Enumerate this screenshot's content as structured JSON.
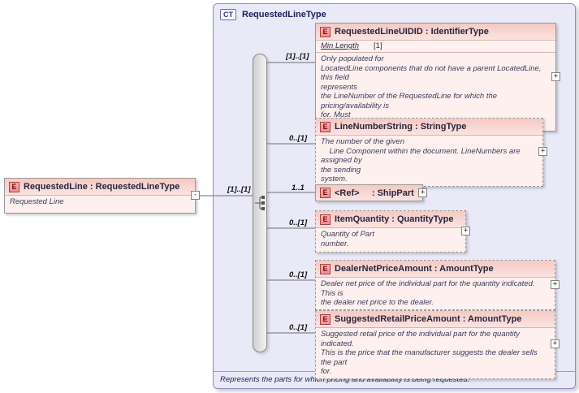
{
  "diagram": {
    "glyphs": {
      "expand": "+",
      "collapse": "-"
    },
    "root": {
      "badge": "E",
      "title": "RequestedLine : RequestedLineType",
      "annotation": "Requested Line",
      "cardinality": "[1]..[1]"
    },
    "complex_type": {
      "badge": "CT",
      "title": "RequestedLineType",
      "footer": "Represents the parts for which pricing and availability is being requested.",
      "children": [
        {
          "badge": "E",
          "title": "RequestedLineUIDID : IdentifierType",
          "cardinality": "[1]..[1]",
          "facet_name": "Min Length",
          "facet_value": "[1]",
          "doc": "Only populated for\nLocatedLine components that do not have a parent LocatedLine, this field\nrepresents\nthe LineNumber of the RequestedLine for which the pricing/availability is\nfor. Must\nbe equal to one of the RequestedLine.LineNumber values."
        },
        {
          "badge": "E",
          "title": "LineNumberString : StringType",
          "cardinality": "0..[1]",
          "doc": "The number of the given\n    Line Component within the document. LineNumbers are assigned by\nthe sending\nsystem."
        },
        {
          "badge": "E",
          "title": "<Ref>     : ShipPart",
          "cardinality": "1..1"
        },
        {
          "badge": "E",
          "title": "ItemQuantity : QuantityType",
          "cardinality": "0..[1]",
          "doc": "Quantity of Part\nnumber."
        },
        {
          "badge": "E",
          "title": "DealerNetPriceAmount : AmountType",
          "cardinality": "0..[1]",
          "doc": "Dealer net price of the individual part for the quantity indicated.  This is\nthe dealer net price to the dealer."
        },
        {
          "badge": "E",
          "title": "SuggestedRetailPriceAmount : AmountType",
          "cardinality": "0..[1]",
          "doc": "Suggested retail price of the individual part for the quantity indicated.\nThis is the price that the manufacturer suggests the dealer sells the part\nfor."
        }
      ]
    }
  }
}
